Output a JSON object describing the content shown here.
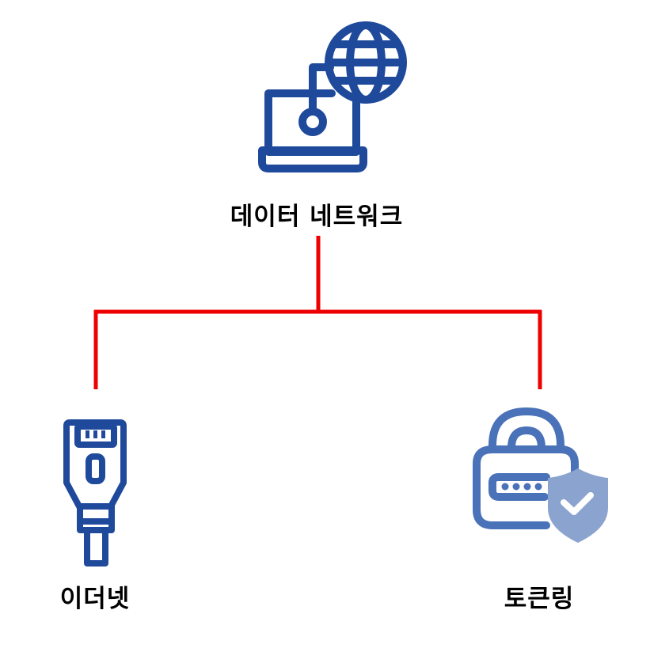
{
  "diagram": {
    "root": {
      "label": "데이터 네트워크",
      "icon": "laptop-network-globe-icon"
    },
    "children": [
      {
        "label": "이더넷",
        "icon": "ethernet-cable-icon"
      },
      {
        "label": "토큰링",
        "icon": "secure-lock-shield-icon"
      }
    ]
  },
  "colors": {
    "icon_primary": "#1f4a9c",
    "icon_secondary": "#4a72b8",
    "shield": "#8aa3cf",
    "connector": "#ee0000",
    "text": "#000000"
  }
}
